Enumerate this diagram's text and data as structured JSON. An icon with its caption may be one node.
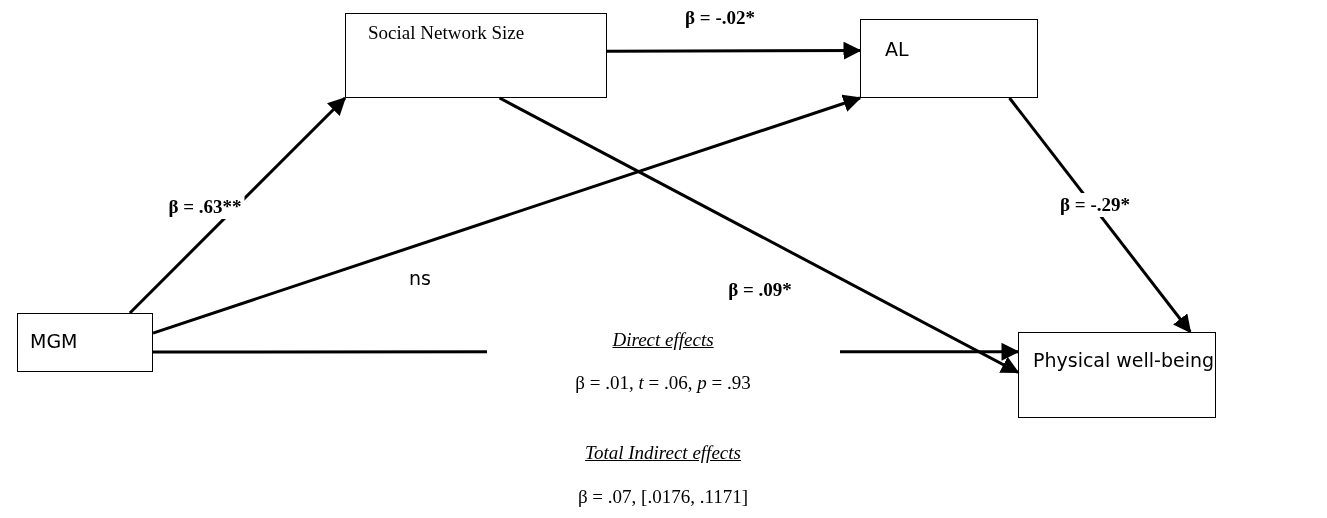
{
  "diagram": {
    "nodes": [
      {
        "text": [
          "Social Network Size"
        ]
      },
      {
        "text": [
          "AL"
        ]
      },
      {
        "text": [
          "MGM"
        ]
      },
      {
        "text": [
          "Physical well-being"
        ]
      }
    ],
    "edges": [
      {
        "from": 2,
        "to": 0,
        "arrow": "to",
        "label": "β = .63**"
      },
      {
        "from": 0,
        "to": 1,
        "arrow": "to",
        "label": "β =  -.02*"
      },
      {
        "from": 2,
        "to": 1,
        "arrow": "to",
        "label": "ns"
      },
      {
        "from": 0,
        "to": 3,
        "arrow": "to",
        "label": "β = .09*"
      },
      {
        "from": 1,
        "to": 3,
        "arrow": "to",
        "label": "β = -.29*"
      },
      {
        "from": 2,
        "to": 3,
        "arrow": "to"
      }
    ],
    "labels": [
      "Direct effects",
      "β = .01, *t* = .06, *p* = .93",
      "Total Indirect effects",
      "β = .07, [.0176, .1171]"
    ]
  }
}
